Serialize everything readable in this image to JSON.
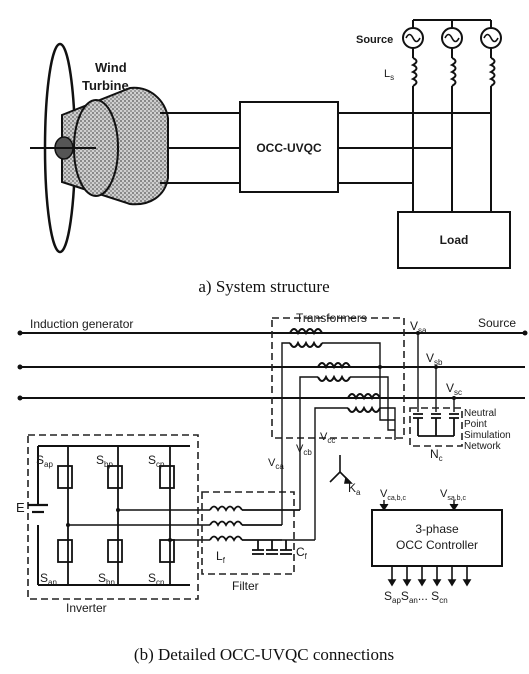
{
  "figure_a": {
    "wind_turbine_line1": "Wind",
    "wind_turbine_line2": "Turbine",
    "source_label": "Source",
    "inductor_label": "L",
    "inductor_sub": "s",
    "converter_label": "OCC-UVQC",
    "load_label": "Load",
    "caption": "a) System structure"
  },
  "figure_b": {
    "induction_generator": "Induction generator",
    "transformers": "Transformers",
    "source": "Source",
    "v_sa": "V",
    "v_sa_sub": "sa",
    "v_sb": "V",
    "v_sb_sub": "sb",
    "v_sc": "V",
    "v_sc_sub": "sc",
    "neutral_line1": "Neutral",
    "neutral_line2": "Point",
    "neutral_line3": "Simulation",
    "neutral_line4": "Network",
    "n_label": "N",
    "n_sub": "c",
    "vca": "V",
    "vca_sub": "ca",
    "vcc": "V",
    "vcc_sub": "cc",
    "vcb": "V",
    "vcb_sub": "cb",
    "ka": "K",
    "ka_sub": "a",
    "sap": "S",
    "sap_sub": "ap",
    "sbp": "S",
    "sbp_sub": "bp",
    "scp": "S",
    "scp_sub": "cp",
    "san": "S",
    "san_sub": "an",
    "sbn": "S",
    "sbn_sub": "bn",
    "scn": "S",
    "scn_sub": "cn",
    "e_label": "E",
    "lf": "L",
    "lf_sub": "f",
    "cf": "C",
    "cf_sub": "f",
    "filter": "Filter",
    "inverter": "Inverter",
    "controller_in1": "V",
    "controller_in1_sub": "ca,b,c",
    "controller_in2": "V",
    "controller_in2_sub": "sa,b,c",
    "controller_line1": "3-phase",
    "controller_line2": "OCC Controller",
    "outputs": "S",
    "outputs_sub1": "ap",
    "outputs_mid": "S",
    "outputs_sub2": "an",
    "outputs_dots": "... S",
    "outputs_sub3": "cn",
    "caption": "(b) Detailed OCC-UVQC connections"
  }
}
